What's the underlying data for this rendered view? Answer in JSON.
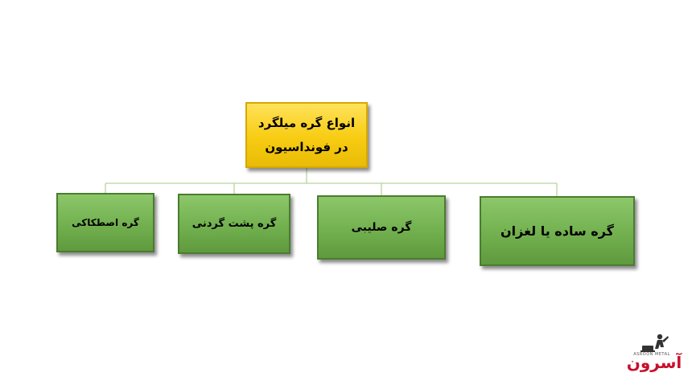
{
  "diagram": {
    "root": {
      "line1": "انواع گره میلگرد",
      "line2": "در فونداسیون"
    },
    "children": [
      {
        "label": "گره اصطکاکی"
      },
      {
        "label": "گره پشت گردنی"
      },
      {
        "label": "گره صلیبی"
      },
      {
        "label": "گره ساده یا لغزان"
      }
    ]
  },
  "logo": {
    "text": "آسرون",
    "subtext": "ASROON METAL"
  },
  "colors": {
    "root_fill": "#f7cc12",
    "child_fill": "#72b04f",
    "connector": "#b8d49e",
    "logo_red": "#c8102e"
  }
}
